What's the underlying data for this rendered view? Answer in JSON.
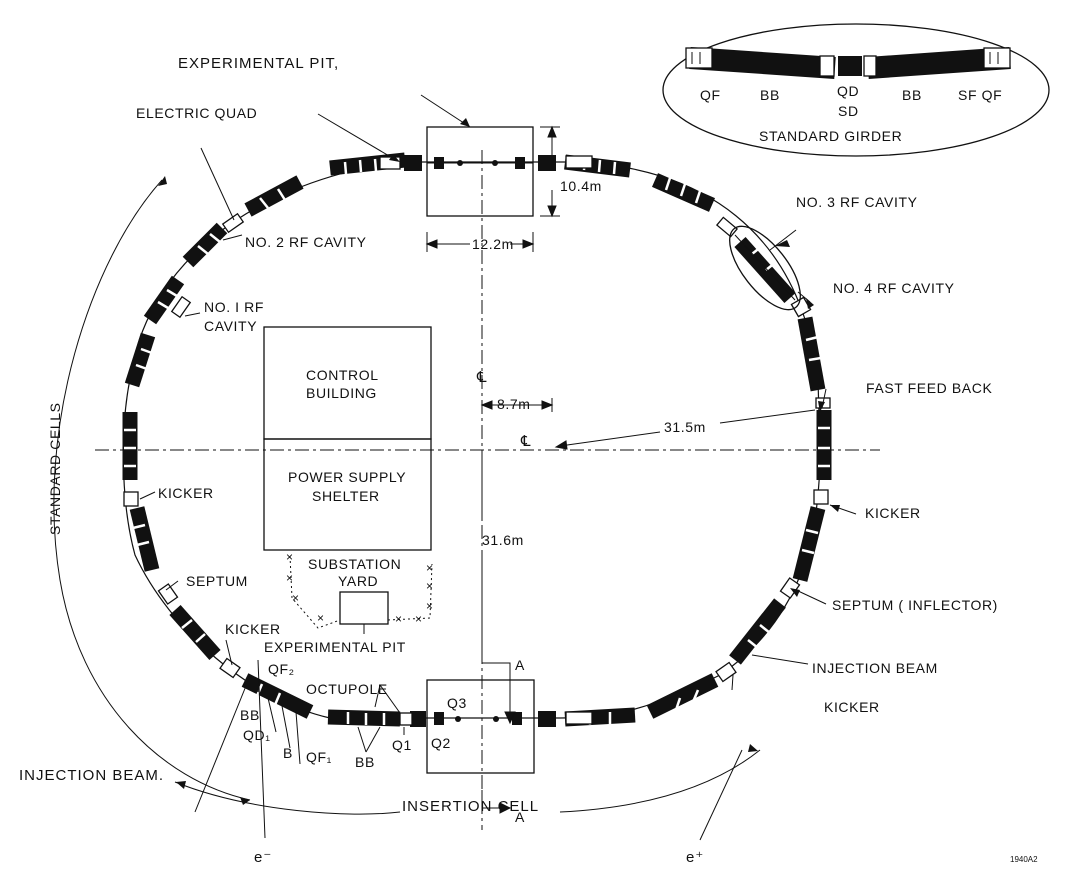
{
  "diagram": {
    "labels": {
      "experimental_pit_top": "EXPERIMENTAL  PIT,",
      "electric_quad": "ELECTRIC QUAD",
      "no2_rf_cavity": "NO. 2 RF CAVITY",
      "no1_rf_line1": "NO. I RF",
      "no1_rf_line2": "CAVITY",
      "dim_10_4": "10.4m",
      "dim_12_2": "12.2m",
      "no3_rf_cavity": "NO. 3 RF CAVITY",
      "no4_rf_cavity": "NO. 4 RF CAVITY",
      "fast_feed_back": "FAST FEED BACK",
      "dim_31_5": "31.5m",
      "dim_8_7": "8.7m",
      "dim_31_6": "31.6m",
      "centerline": "℄",
      "control_building_l1": "CONTROL",
      "control_building_l2": "BUILDING",
      "power_supply_l1": "POWER  SUPPLY",
      "power_supply_l2": "SHELTER",
      "substation_l1": "SUBSTATION",
      "substation_l2": "YARD",
      "standard_cells": "STANDARD CELLS",
      "kicker_left": "KICKER",
      "septum_left": "SEPTUM",
      "kicker_lower_left": "KICKER",
      "experimental_pit_bottom": "EXPERIMENTAL  PIT",
      "kicker_right": "KICKER",
      "septum_inflector": "SEPTUM ( INFLECTOR)",
      "injection_beam_right": "INJECTION BEAM",
      "kicker_lower_right": "KICKER",
      "octupole": "OCTUPOLE",
      "section_a_top": "A",
      "section_a_bottom": "A",
      "q3": "Q3",
      "q2": "Q2",
      "q1": "Q1",
      "bb_bottom": "BB",
      "qf2": "QF₂",
      "bb_left": "BB",
      "qd1": "QD₁",
      "b": "B",
      "qf1": "QF₁",
      "injection_beam_left": "INJECTION  BEAM.",
      "insertion_cell": "INSERTION CELL",
      "e_minus": "e⁻",
      "e_plus": "e⁺",
      "figure_code": "1940A2",
      "girder_qf_left": "QF",
      "girder_bb_left": "BB",
      "girder_qd": "QD",
      "girder_sd": "SD",
      "girder_bb_right": "BB",
      "girder_sf_qf": "SF QF",
      "girder_title": "STANDARD GIRDER"
    }
  }
}
